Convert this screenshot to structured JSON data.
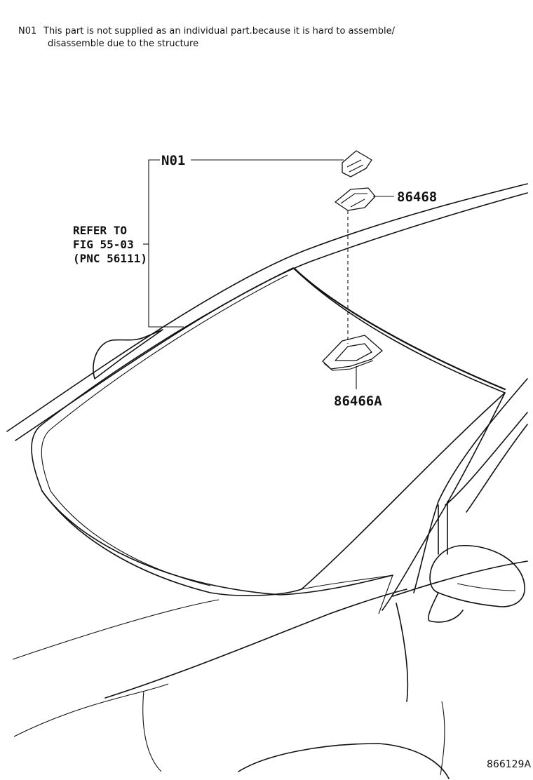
{
  "note": {
    "code": "N01",
    "text_line1": "This part is not supplied as an individual part.because it is hard to assemble/",
    "text_line2": "disassemble due to the structure"
  },
  "callouts": {
    "n01": "N01",
    "p86468": "86468",
    "p86466a": "86466A"
  },
  "refer": {
    "line1": "REFER TO",
    "line2": "FIG 55-03",
    "line3": "(PNC 56111)"
  },
  "figure_id": "866129A"
}
